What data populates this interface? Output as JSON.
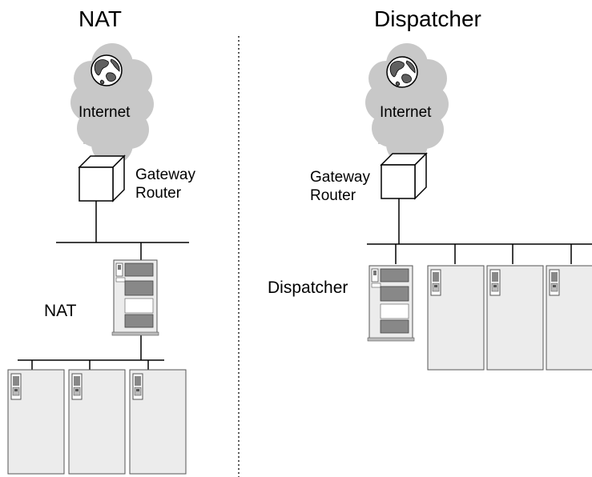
{
  "nat_section": {
    "title": "NAT",
    "cloud_label": "Internet",
    "router_label_line1": "Gateway",
    "router_label_line2": "Router",
    "nat_label": "NAT"
  },
  "dispatcher_section": {
    "title": "Dispatcher",
    "cloud_label": "Internet",
    "router_label_line1": "Gateway",
    "router_label_line2": "Router",
    "dispatcher_label": "Dispatcher"
  },
  "colors": {
    "cloud": "#c8c8c8",
    "server_fill": "#ececec",
    "server_stroke": "#555555",
    "line": "#000000"
  },
  "icons": [
    "globe-icon",
    "router-icon",
    "nat-device-icon",
    "dispatcher-device-icon",
    "server-icon"
  ]
}
